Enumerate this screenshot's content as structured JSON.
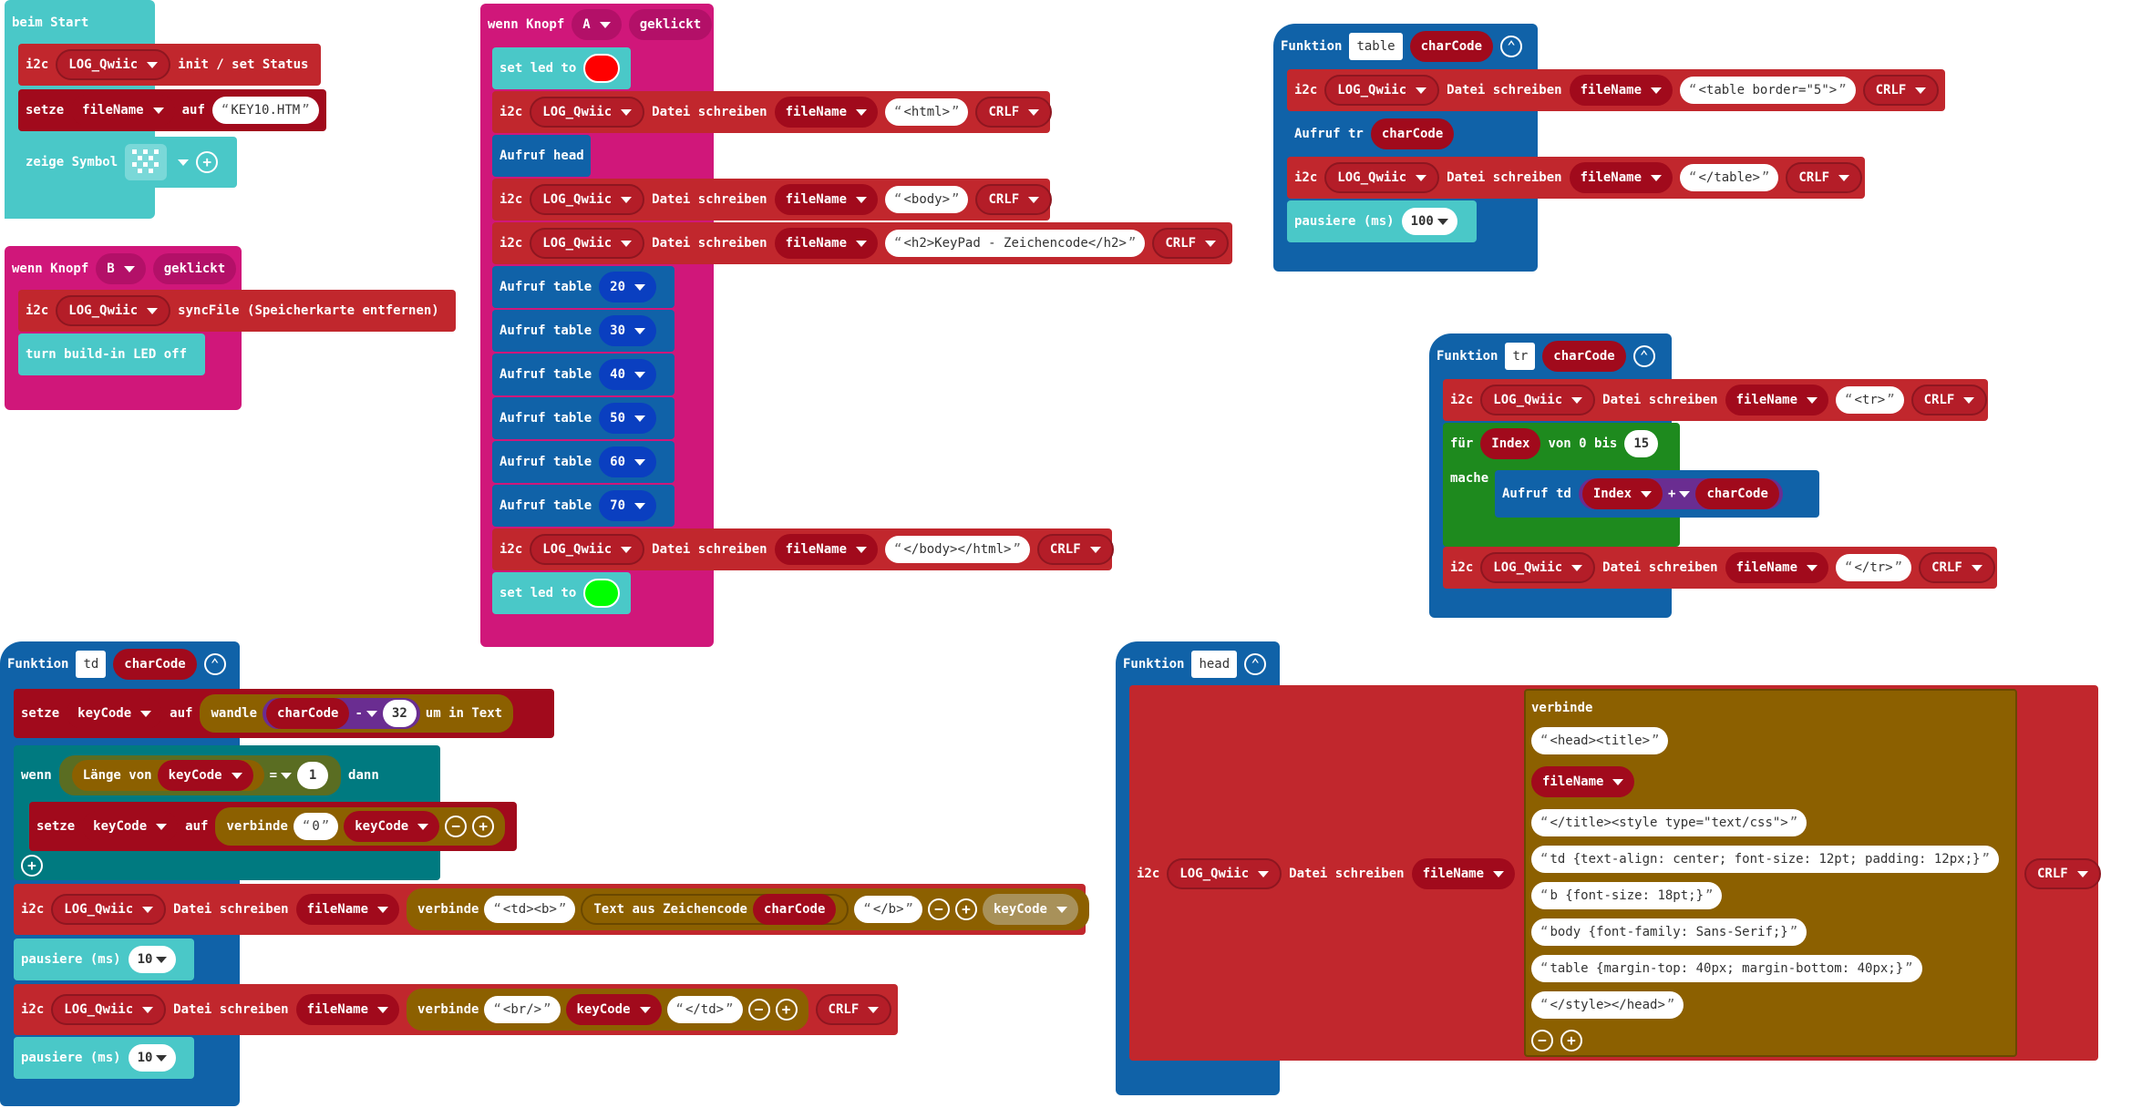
{
  "common": {
    "i2c": "i2c",
    "log_qwiic": "LOG_Qwiic",
    "write": "Datei schreiben",
    "filename": "fileName",
    "crlf": "CRLF",
    "keycode": "keyCode",
    "charcode": "charCode",
    "verbinde": "verbinde",
    "pause": "pausiere (ms)",
    "funktion": "Funktion",
    "aufruf": "Aufruf",
    "setze": "setze",
    "auf": "auf"
  },
  "beim_start": {
    "header": "beim Start",
    "init_text": "init / set Status",
    "setze_value": "KEY10.HTM",
    "zeige": "zeige Symbol"
  },
  "knopf_b": {
    "wenn": "wenn Knopf",
    "button": "B",
    "geklickt": "geklickt",
    "sync": "syncFile (Speicherkarte entfernen)",
    "turn": "turn build-in LED off"
  },
  "knopf_a": {
    "wenn": "wenn Knopf",
    "button": "A",
    "geklickt": "geklickt",
    "set_led": "set led to",
    "led1_color": "#ff0000",
    "led2_color": "#00ff00",
    "html": "<html>",
    "call_head": "Aufruf head",
    "body": "<body>",
    "h2": "<h2>KeyPad - Zeichencode</h2>",
    "call_table": "Aufruf table",
    "table_vals": [
      "20",
      "30",
      "40",
      "50",
      "60",
      "70"
    ],
    "end": "</body></html>"
  },
  "fn_table": {
    "name": "table",
    "table_open": "<table border=\"5\">",
    "call_tr": "Aufruf tr",
    "table_close": "</table>",
    "pause_val": "100"
  },
  "fn_tr": {
    "name": "tr",
    "tr_open": "<tr>",
    "fuer": "für",
    "index": "Index",
    "von": "von 0 bis",
    "bis_val": "15",
    "mache": "mache",
    "call_td": "Aufruf td",
    "plus": "+",
    "tr_close": "</tr>"
  },
  "fn_td": {
    "name": "td",
    "wandle": "wandle",
    "minus": "-",
    "minus_val": "32",
    "in_text": "um in Text",
    "wenn": "wenn",
    "laenge": "Länge von",
    "eq": "=",
    "eq_val": "1",
    "dann": "dann",
    "zero": "0",
    "td_b": "<td><b>",
    "zeichen": "Text aus Zeichencode",
    "b_close": "</b>",
    "pause1": "10",
    "br": "<br/>",
    "td_close": "</td>",
    "pause2": "10"
  },
  "fn_head": {
    "name": "head",
    "lines": [
      "<head><title>",
      "</title><style type=\"text/css\">",
      "td {text-align: center; font-size: 12pt; padding: 12px;}",
      "b {font-size: 18pt;}",
      "body {font-family: Sans-Serif;}",
      "table {margin-top: 40px; margin-bottom: 40px;}",
      "</style></head>"
    ]
  }
}
